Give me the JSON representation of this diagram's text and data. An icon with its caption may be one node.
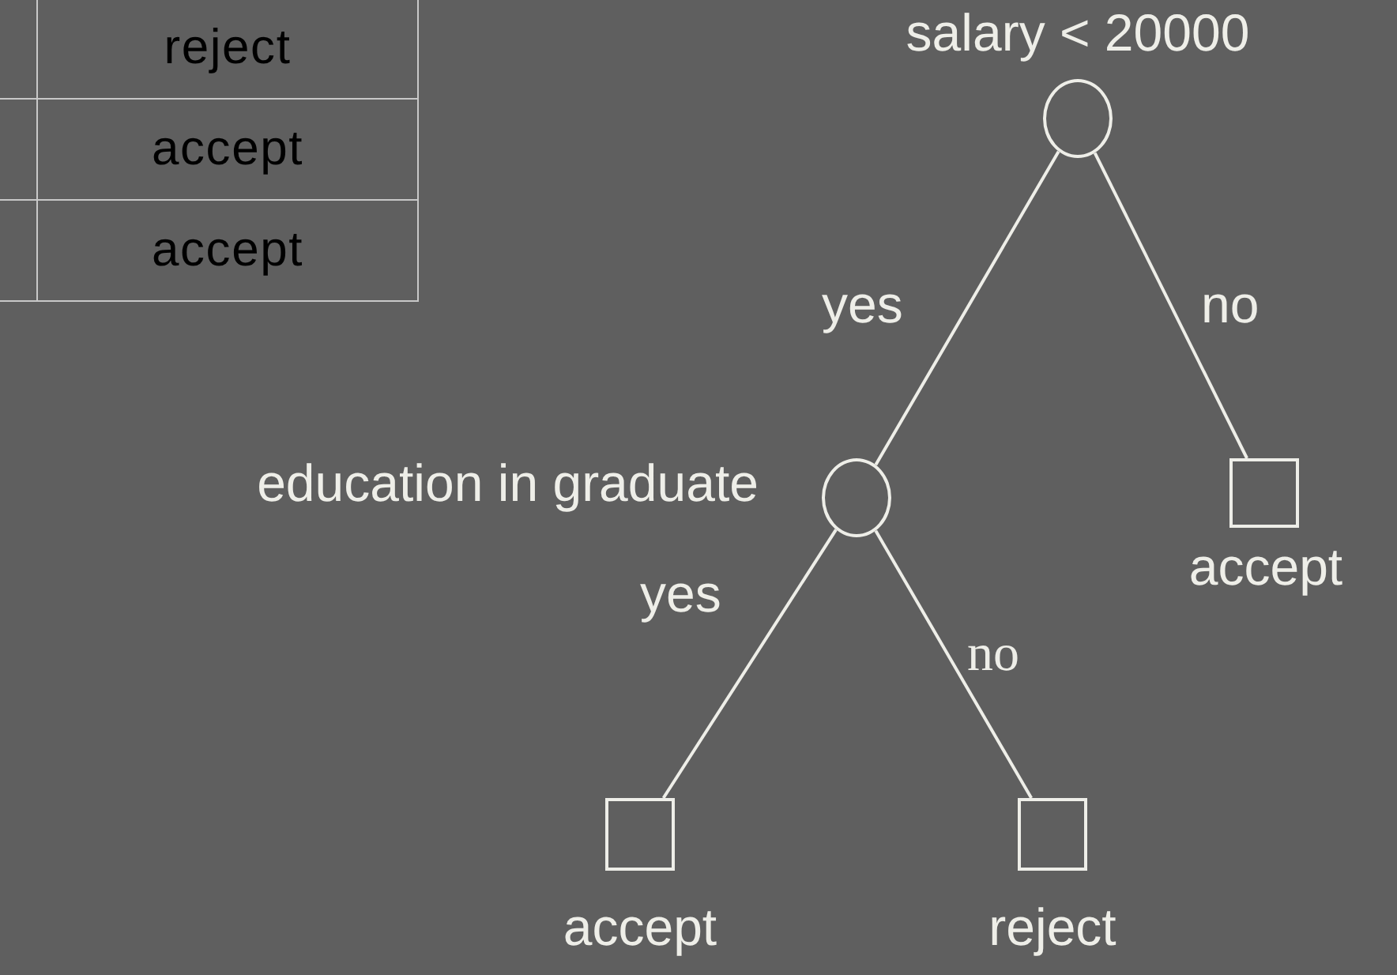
{
  "diagram": {
    "nodes": [
      {
        "text": [],
        "shape": "circle",
        "beside": [
          "salary < 20000"
        ]
      },
      {
        "text": [],
        "shape": "circle",
        "beside": [
          "education in graduate"
        ]
      },
      {
        "text": [],
        "shape": "box",
        "beside": [
          "accept"
        ]
      },
      {
        "text": [],
        "shape": "box",
        "beside": [
          "accept"
        ]
      },
      {
        "text": [],
        "shape": "box",
        "beside": [
          "reject"
        ]
      }
    ],
    "edges": [
      {
        "from": 0,
        "to": 1,
        "arrow": "none",
        "label": "yes"
      },
      {
        "from": 0,
        "to": 2,
        "arrow": "none",
        "label": "no"
      },
      {
        "from": 1,
        "to": 3,
        "arrow": "none",
        "label": "yes"
      },
      {
        "from": 1,
        "to": 4,
        "arrow": "none",
        "label": "no"
      }
    ],
    "labels": [
      "reject",
      "accept",
      "accept"
    ]
  }
}
